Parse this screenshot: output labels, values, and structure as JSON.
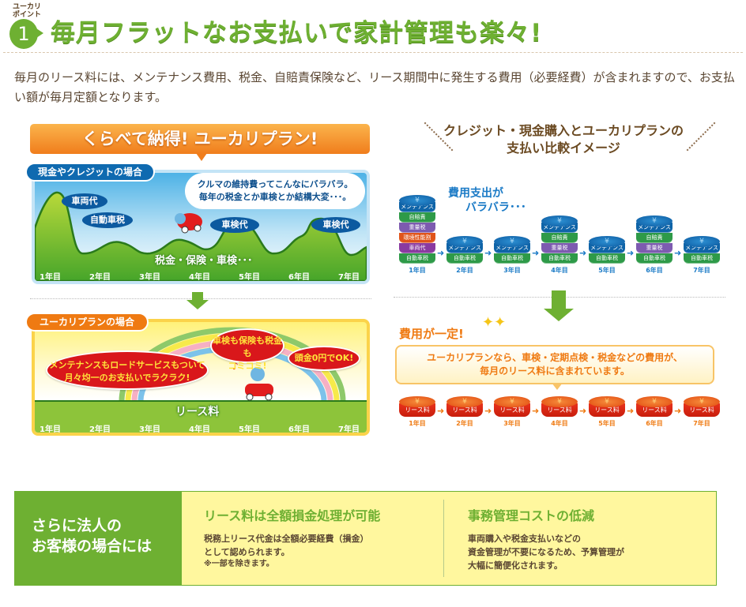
{
  "header": {
    "badge_caption": "ユーカリ\nポイント",
    "badge_number": "1",
    "title": "毎月フラットなお支払いで家計管理も楽々!",
    "intro": "毎月のリース料には、メンテナンス費用、税金、自賠責保険など、リース期間中に発生する費用（必要経費）が含まれますので、お支払い額が毎月定額となります。"
  },
  "left_panel": {
    "banner": "くらべて納得! ユーカリプラン!",
    "cash": {
      "tag": "現金やクレジットの場合",
      "bubble_line1": "クルマの維持費ってこんなにバラバラ。",
      "bubble_line2": "毎年の税金とか車検とか結構大変･･･。",
      "ovals": [
        "車両代",
        "自動車税",
        "車検代",
        "車検代"
      ],
      "hills_label": "税金・保険・車検･･･",
      "years": [
        "1年目",
        "2年目",
        "3年目",
        "4年目",
        "5年目",
        "6年目",
        "7年目"
      ]
    },
    "lease": {
      "tag": "ユーカリプランの場合",
      "bubble_maintenance_1": "メンテナンスもロードサービスもついて",
      "bubble_maintenance_2": "月々均一のお支払いでラクラク!",
      "bubble_inclusive_1": "車検も保険も税金も",
      "bubble_inclusive_2": "コミコミ!",
      "bubble_downpayment": "頭金0円でOK!",
      "ground_label": "リース料",
      "years": [
        "1年目",
        "2年目",
        "3年目",
        "4年目",
        "5年目",
        "6年目",
        "7年目"
      ]
    }
  },
  "right_panel": {
    "heading_line1": "クレジット・現金購入とユーカリプランの",
    "heading_line2": "支払い比較イメージ",
    "scattered_line1": "費用支出が",
    "scattered_line2": "バラバラ･･･",
    "yen_symbol": "¥",
    "stacks": [
      {
        "year": "1年目",
        "layers": [
          "メンテナンス",
          "自賠責",
          "重量税",
          "環境性能割",
          "車両代",
          "自動車税"
        ]
      },
      {
        "year": "2年目",
        "layers": [
          "メンテナンス",
          "自動車税"
        ]
      },
      {
        "year": "3年目",
        "layers": [
          "メンテナンス",
          "自動車税"
        ]
      },
      {
        "year": "4年目",
        "layers": [
          "メンテナンス",
          "自賠責",
          "重量税",
          "自動車税"
        ]
      },
      {
        "year": "5年目",
        "layers": [
          "メンテナンス",
          "自動車税"
        ]
      },
      {
        "year": "6年目",
        "layers": [
          "メンテナンス",
          "自賠責",
          "重量税",
          "自動車税"
        ]
      },
      {
        "year": "7年目",
        "layers": [
          "メンテナンス",
          "自動車税"
        ]
      }
    ],
    "layer_colors": {
      "メンテナンス": "#0f64a8",
      "自賠責": "#2e9a48",
      "重量税": "#7d5bb0",
      "環境性能割": "#e0541a",
      "車両代": "#8a3aa0",
      "自動車税": "#2e9a48"
    },
    "fixed_label": "費用が一定!",
    "note_line1": "ユーカリプランなら、車検・定期点検・税金などの費用が、",
    "note_line2": "毎月のリース料に含まれています。",
    "coin_label": "リース料",
    "coin_years": [
      "1年目",
      "2年目",
      "3年目",
      "4年目",
      "5年目",
      "6年目",
      "7年目"
    ]
  },
  "corporate": {
    "label": "さらに法人の\nお客様の場合には",
    "col1_title": "リース料は全額損金処理が可能",
    "col1_line1": "税務上リース代金は全額必要経費（損金）",
    "col1_line2": "として認められます。",
    "col1_note": "※一部を除きます。",
    "col2_title": "事務管理コストの低減",
    "col2_line1": "車両購入や税金支払いなどの",
    "col2_line2": "資金管理が不要になるため、予算管理が",
    "col2_line3": "大幅に簡便化されます。"
  },
  "colors": {
    "brand_green": "#6eb032",
    "accent_orange": "#ef7a12",
    "navy": "#0c5aa0",
    "red": "#d9171b"
  }
}
